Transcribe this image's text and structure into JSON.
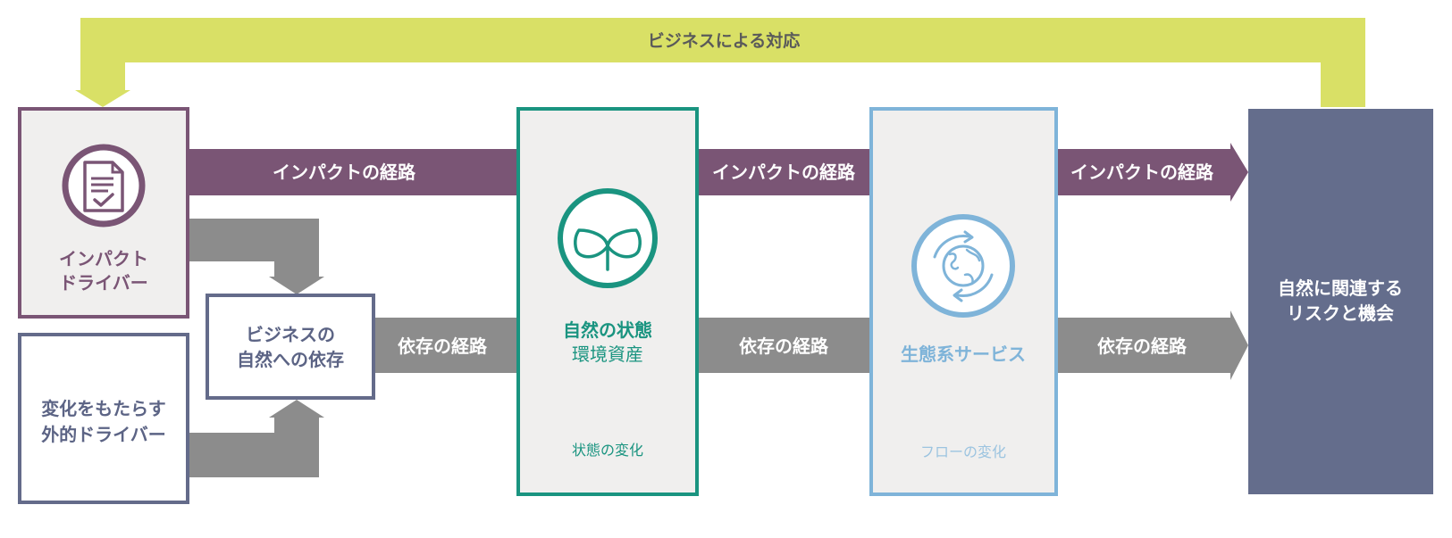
{
  "colors": {
    "feedback": "#d9e066",
    "impact": "#7a5575",
    "dependency": "#8c8c8c",
    "driver_border": "#7a5575",
    "external_border": "#646b8a",
    "nature_state": "#1a9480",
    "ecosystem": "#7fb4d9",
    "risk": "#646d8c",
    "panel_fill": "#f0efee"
  },
  "feedback": {
    "label": "ビジネスによる対応"
  },
  "impact_driver": {
    "label_line1": "インパクト",
    "label_line2": "ドライバー",
    "icon": "document-check-icon"
  },
  "external_driver": {
    "label_line1": "変化をもたらす",
    "label_line2": "外的ドライバー"
  },
  "business_dependency": {
    "label_line1": "ビジネスの",
    "label_line2": "自然への依存"
  },
  "nature_state": {
    "title": "自然の状態",
    "subtitle": "環境資産",
    "footer": "状態の変化",
    "icon": "sprout-icon"
  },
  "ecosystem_services": {
    "title": "生態系サービス",
    "footer": "フローの変化",
    "icon": "globe-cycle-icon"
  },
  "risk_box": {
    "label_line1": "自然に関連する",
    "label_line2": "リスクと機会"
  },
  "impact_paths": [
    "インパクトの経路",
    "インパクトの経路",
    "インパクトの経路"
  ],
  "dependency_paths": [
    "依存の経路",
    "依存の経路",
    "依存の経路"
  ]
}
